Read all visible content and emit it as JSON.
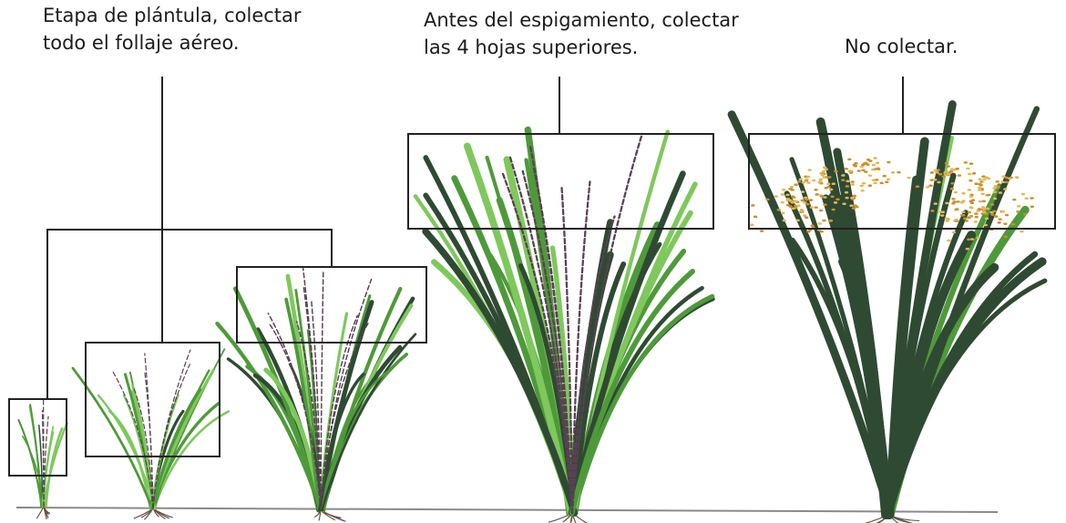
{
  "captions": {
    "seedling": {
      "line1": "Etapa de plántula, colectar",
      "line2": "todo el follaje aéreo."
    },
    "pre_heading": {
      "line1": "Antes del espigamiento, colectar",
      "line2": "las 4 hojas superiores."
    },
    "mature": {
      "line1": "No colectar."
    }
  },
  "colors": {
    "leaf_light": "#7ec85c",
    "leaf_mid": "#4e9a3a",
    "leaf_dark": "#2f4a33",
    "stem_purple": "#5a4054",
    "grain_gold": "#c9902c",
    "grain_light": "#e2b85a",
    "root": "#6b5146",
    "frame_line": "#222222",
    "ground": "#8a8a8a"
  },
  "stages": [
    {
      "id": "stage-1",
      "collect": "all-foliage"
    },
    {
      "id": "stage-2",
      "collect": "all-foliage"
    },
    {
      "id": "stage-3",
      "collect": "all-foliage"
    },
    {
      "id": "stage-4",
      "collect": "top-4-leaves"
    },
    {
      "id": "stage-5",
      "collect": "none"
    }
  ]
}
